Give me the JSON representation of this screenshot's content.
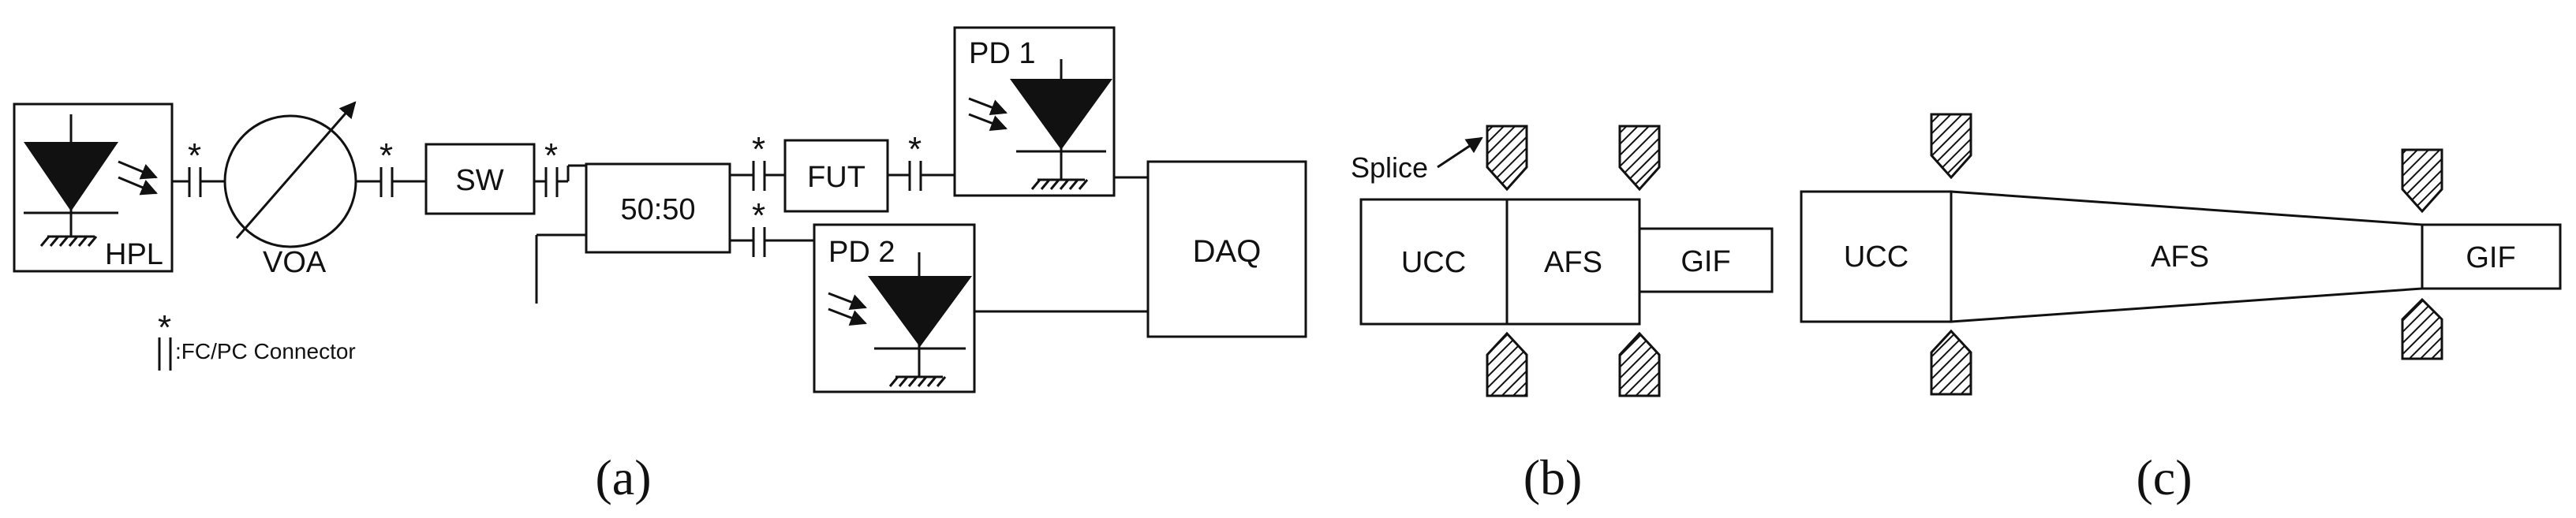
{
  "panel_a": {
    "hpl": "HPL",
    "voa": "VOA",
    "sw": "SW",
    "coupler": "50:50",
    "fut": "FUT",
    "pd1": "PD 1",
    "pd2": "PD 2",
    "daq": "DAQ",
    "connector_star": "*",
    "connector_legend": ":FC/PC Connector",
    "caption": "(a)"
  },
  "panel_b": {
    "splice_label": "Splice",
    "ucc": "UCC",
    "afs": "AFS",
    "gif": "GIF",
    "caption": "(b)"
  },
  "panel_c": {
    "ucc": "UCC",
    "afs": "AFS",
    "gif": "GIF",
    "caption": "(c)"
  }
}
